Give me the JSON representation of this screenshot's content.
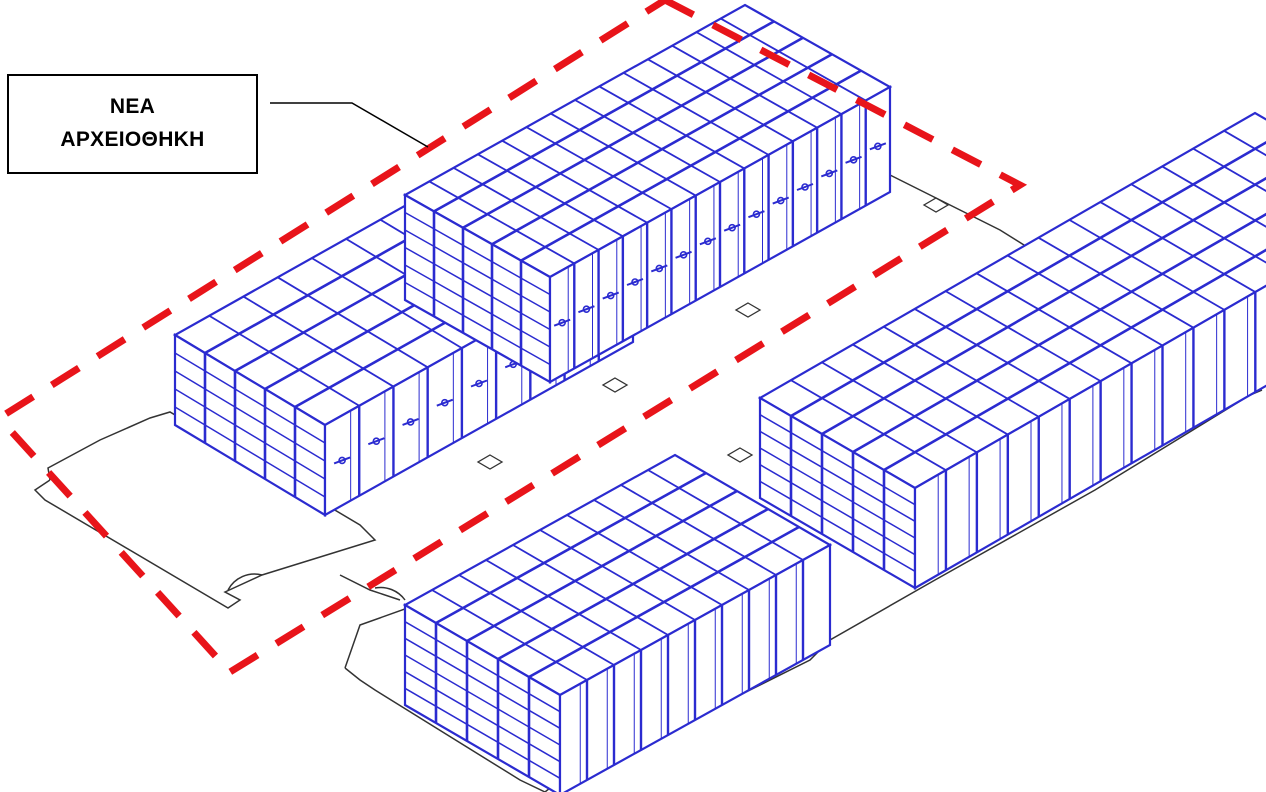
{
  "callout": {
    "line1": "ΝΕΑ",
    "line2": "ΑΡΧΕΙΟΘΗΚΗ"
  },
  "colors": {
    "shelving": "#2b2bd0",
    "highlight": "#e8141a",
    "outline": "#333333",
    "background": "#ffffff"
  },
  "figure": {
    "shelving_units": 4,
    "highlighted_unit": "new-archive"
  }
}
